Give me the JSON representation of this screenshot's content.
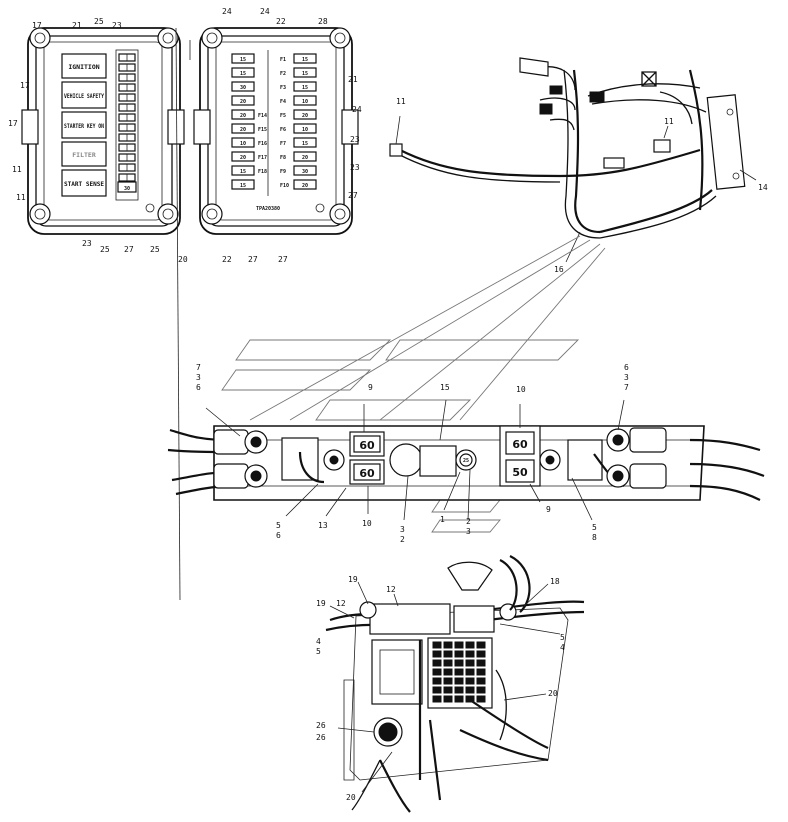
{
  "fuse_panel_left": {
    "relays": [
      "IGNITION",
      "VEHICLE SAFETY",
      "STARTER KEY ON",
      "FILTER",
      "START SENSE"
    ],
    "bottom_fuse": "30"
  },
  "fuse_panel_right": {
    "fuse_ids_left": [
      "F14",
      "F15",
      "F16",
      "F17",
      "F18"
    ],
    "fuse_ids_right": [
      "F1",
      "F2",
      "F3",
      "F4",
      "F5",
      "F6",
      "F7",
      "F8",
      "F9",
      "F10"
    ],
    "fuse_values_left": [
      "15",
      "15",
      "30",
      "20",
      "20",
      "20",
      "10",
      "20",
      "15",
      "15"
    ],
    "fuse_values_right": [
      "15",
      "15",
      "15",
      "10",
      "20",
      "10",
      "15",
      "20",
      "30",
      "20"
    ],
    "part_number": "TPA20380"
  },
  "relay_block": {
    "relay_left_top": "60",
    "relay_left_bottom": "60",
    "relay_right_top": "60",
    "relay_right_bottom": "50",
    "circuit_breaker": "25"
  },
  "callouts": {
    "panel_left_top": [
      "17",
      "21",
      "25",
      "23"
    ],
    "panel_left_side": [
      "17",
      "17",
      "11",
      "11"
    ],
    "panel_left_bottom": [
      "23",
      "25",
      "27",
      "25",
      "20"
    ],
    "panel_right_top": [
      "24",
      "24",
      "22",
      "28"
    ],
    "panel_right_side": [
      "21",
      "24",
      "23",
      "23",
      "27"
    ],
    "panel_right_bottom": [
      "22",
      "27",
      "27"
    ],
    "harness": [
      "11",
      "11",
      "14",
      "16"
    ],
    "block_top": [
      "7",
      "3",
      "6",
      "9",
      "15",
      "10",
      "6",
      "3",
      "7"
    ],
    "block_bottom": [
      "5",
      "6",
      "13",
      "10",
      "3",
      "2",
      "1",
      "2",
      "3",
      "9",
      "5",
      "8"
    ],
    "bottom_assembly": [
      "19",
      "12",
      "18",
      "19",
      "12",
      "4",
      "5",
      "5",
      "4",
      "20",
      "26",
      "26",
      "20"
    ]
  }
}
